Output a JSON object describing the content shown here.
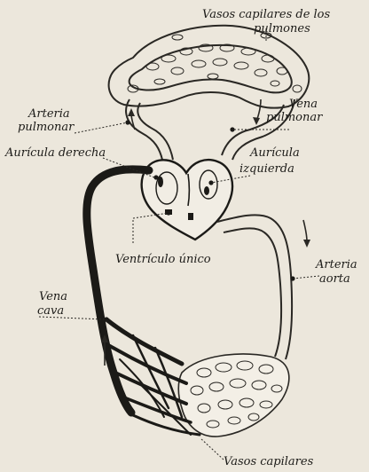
{
  "labels": {
    "lung_capillaries_line1": "Vasos capilares de los",
    "lung_capillaries_line2": "pulmones",
    "pulmonary_artery_line1": "Arteria",
    "pulmonary_artery_line2": "pulmonar",
    "pulmonary_vein_line1": "Vena",
    "pulmonary_vein_line2": "pulmonar",
    "right_atrium": "Aurícula derecha",
    "left_atrium_line1": "Aurícula",
    "left_atrium_line2": "izquierda",
    "single_ventricle": "Ventrículo único",
    "aorta_line1": "Arteria",
    "aorta_line2": "aorta",
    "vena_cava_line1": "Vena",
    "vena_cava_line2": "cava",
    "body_capillaries": "Vasos capilares"
  },
  "colors": {
    "paper": "#ece7dc",
    "ink": "#1b1a17"
  }
}
